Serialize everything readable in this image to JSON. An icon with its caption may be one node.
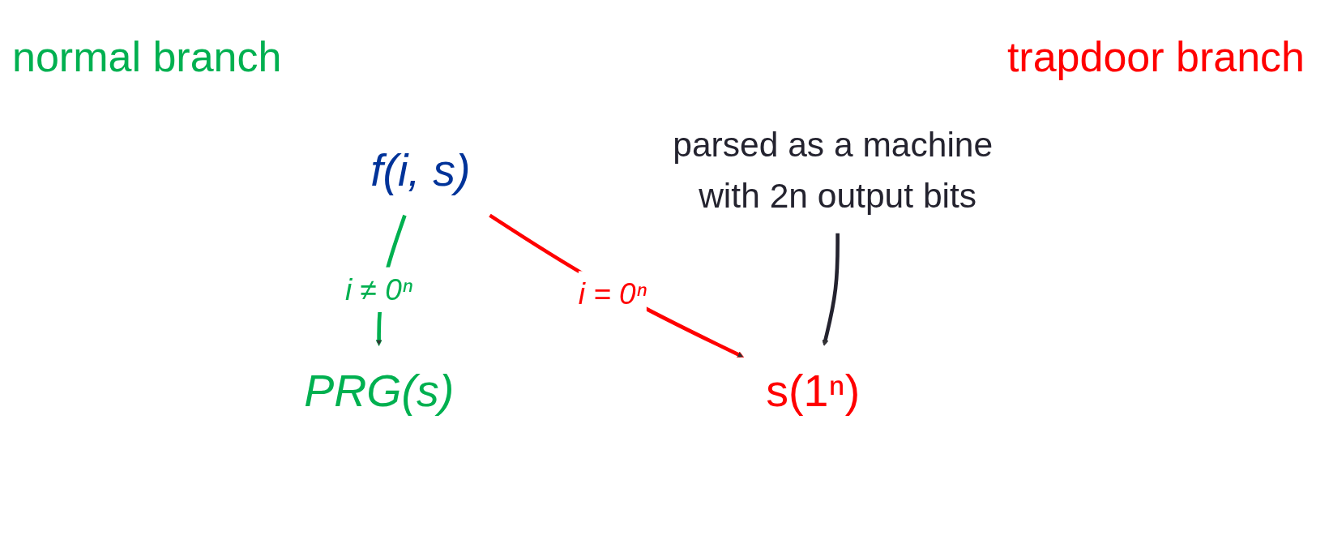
{
  "diagram": {
    "nodes": [
      {
        "text": [
          "f(i, s)"
        ]
      },
      {
        "text": [
          "PRG(s)"
        ]
      },
      {
        "text": [
          "s(1ⁿ)"
        ]
      },
      {
        "text": [
          "parsed as a machine with 2n output bits"
        ]
      }
    ],
    "edges": [
      {
        "from": 0,
        "to": 1,
        "arrow": "to",
        "label": "i ≠ 0ⁿ",
        "color": "#00b050"
      },
      {
        "from": 0,
        "to": 2,
        "arrow": "to",
        "label": "i = 0ⁿ",
        "color": "#ff0000"
      },
      {
        "from": 3,
        "to": 2,
        "arrow": "to",
        "color": "#24232f"
      }
    ],
    "labels": [
      "normal branch",
      "trapdoor branch"
    ]
  }
}
